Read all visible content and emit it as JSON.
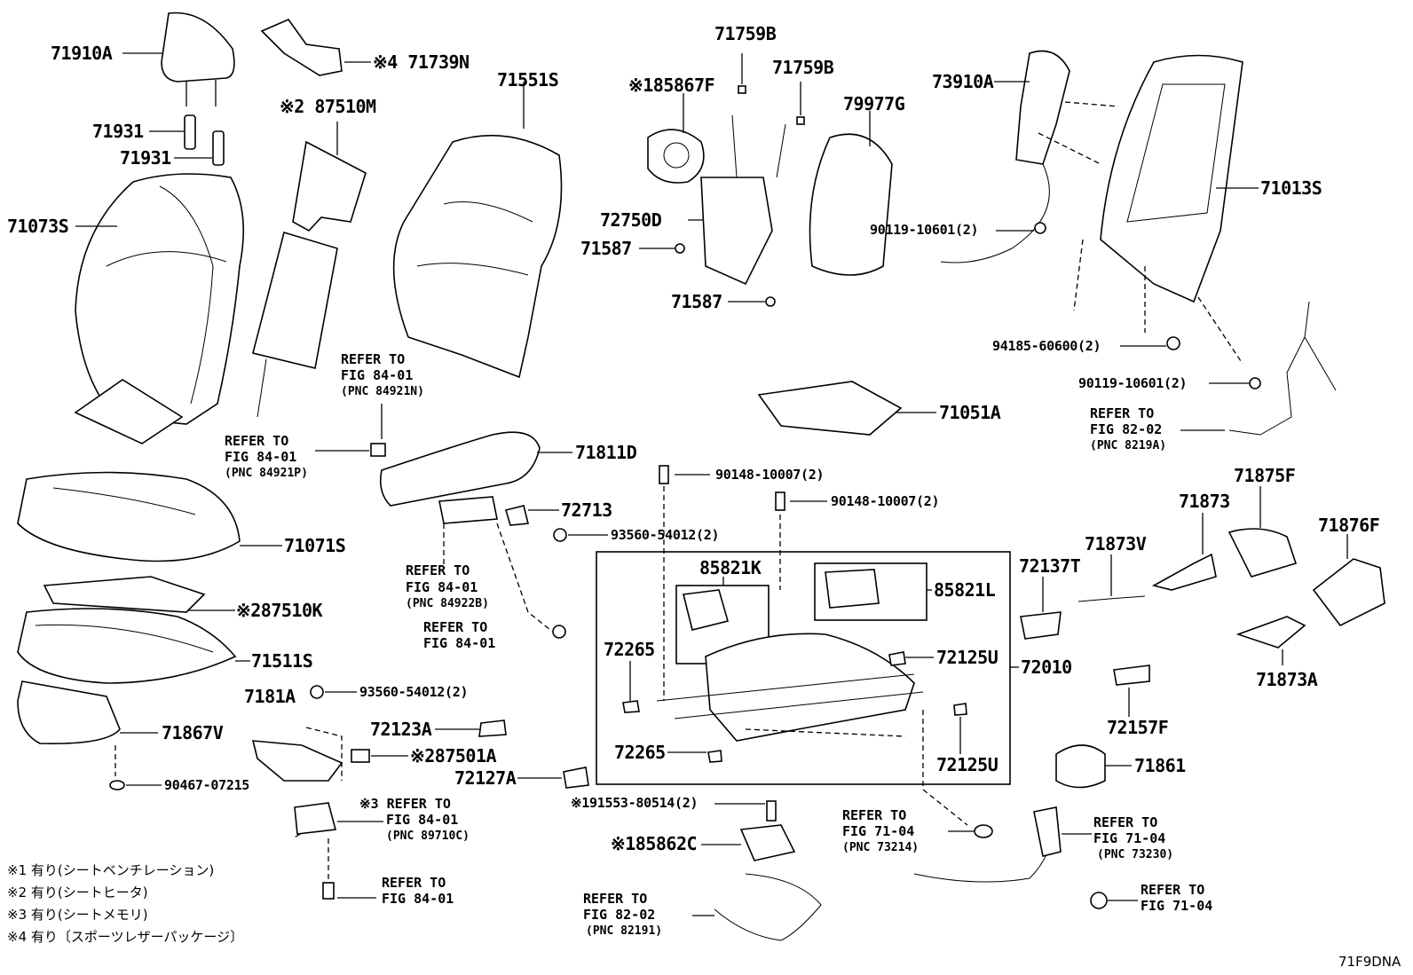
{
  "labels": {
    "p71910A": "71910A",
    "p71931a": "71931",
    "p71931b": "71931",
    "p71739N": "※4 71739N",
    "p87510M": "※2 87510M",
    "p71073S": "71073S",
    "p71551S": "71551S",
    "p71759Ba": "71759B",
    "p85867F": "※185867F",
    "p71759Bb": "71759B",
    "p79977G": "79977G",
    "p73910A": "73910A",
    "p71013S": "71013S",
    "p72750D": "72750D",
    "p71587a": "71587",
    "p71587b": "71587",
    "p90119a": "90119-10601(2)",
    "p94185": "94185-60600(2)",
    "p90119b": "90119-10601(2)",
    "p71051A": "71051A",
    "p71811D": "71811D",
    "p90148a": "90148-10007(2)",
    "p90148b": "90148-10007(2)",
    "p72713": "72713",
    "p93560a": "93560-54012(2)",
    "p71071S": "71071S",
    "p87510K": "※287510K",
    "p71511S": "71511S",
    "p85821K": "85821K",
    "p85821L": "85821L",
    "p72137T": "72137T",
    "p71873V": "71873V",
    "p71873": "71873",
    "p71875F": "71875F",
    "p71876F": "71876F",
    "p72265a": "72265",
    "p72125Ua": "72125U",
    "p72010": "72010",
    "p71873A": "71873A",
    "p7181A": "7181A",
    "p93560b": "93560-54012(2)",
    "p71867V": "71867V",
    "p72123A": "72123A",
    "p87501A": "※287501A",
    "p72265b": "72265",
    "p72125Ub": "72125U",
    "p72157F": "72157F",
    "p72127A": "72127A",
    "p71861": "71861",
    "p90467": "90467-07215",
    "p91553": "※191553-80514(2)",
    "p85862C": "※185862C"
  },
  "refs": {
    "r1": {
      "l1": "REFER TO",
      "l2": "FIG 84-01",
      "l3": "(PNC 84921N)"
    },
    "r2": {
      "l1": "REFER TO",
      "l2": "FIG 84-01",
      "l3": "(PNC 84921P)"
    },
    "r3": {
      "l1": "REFER TO",
      "l2": "FIG 82-02",
      "l3": "(PNC 8219A)"
    },
    "r4": {
      "l1": "REFER TO",
      "l2": "FIG 84-01",
      "l3": "(PNC 84922B)"
    },
    "r5": {
      "l1": "REFER TO",
      "l2": "FIG 84-01"
    },
    "r6": {
      "l1": "※3 REFER TO",
      "l2": "FIG 84-01",
      "l3": "(PNC 89710C)"
    },
    "r7": {
      "l1": "REFER TO",
      "l2": "FIG 71-04",
      "l3": "(PNC 73214)"
    },
    "r8": {
      "l1": "REFER TO",
      "l2": "FIG 71-04",
      "l3": "(PNC 73230)"
    },
    "r9": {
      "l1": "REFER TO",
      "l2": "FIG 84-01"
    },
    "r10": {
      "l1": "REFER TO",
      "l2": "FIG 82-02",
      "l3": "(PNC 82191)"
    },
    "r11": {
      "l1": "REFER TO",
      "l2": "FIG 71-04"
    }
  },
  "notes": [
    "※1 有り(シートベンチレーション)",
    "※2 有り(シートヒータ)",
    "※3 有り(シートメモリ)",
    "※4 有り〔スポーツレザーパッケージ〕"
  ],
  "figure_code": "71F9DNA"
}
